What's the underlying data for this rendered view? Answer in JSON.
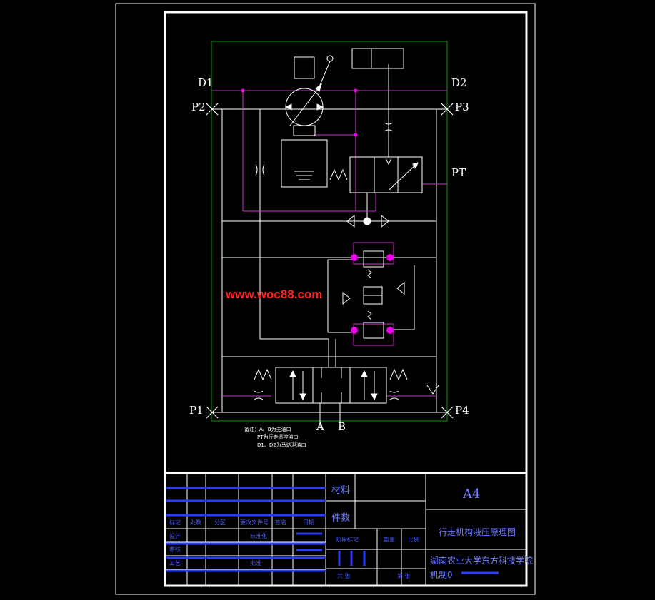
{
  "ports": {
    "d1": "D1",
    "d2": "D2",
    "p2": "P2",
    "p3": "P3",
    "pt": "PT",
    "p1": "P1",
    "p4": "P4",
    "a": "A",
    "b": "B"
  },
  "watermark": "www.woc88.com",
  "notes": [
    "备注：A、B为主油口",
    "PT为行走遥控油口",
    "D1、D2为马达泄油口"
  ],
  "title_block": {
    "material_label": "材料",
    "quantity_label": "件数",
    "paper_size": "A4",
    "drawing_title": "行走机构液压原理图",
    "school": "湖南农业大学东方科技学院",
    "class_label": "机制0",
    "header_cells": [
      "标记",
      "处数",
      "分区",
      "更改文件号",
      "签名",
      "日期"
    ],
    "sign_rows": [
      "设计",
      "审核",
      "工艺"
    ],
    "sign_col2": [
      "标准化",
      "",
      "批准"
    ],
    "std_labels": [
      "标准化",
      "批准"
    ],
    "stage_label": "阶段标记",
    "weight_label": "重量",
    "scale_label": "比例",
    "sheet_total": "共 张",
    "sheet_no": "第 张"
  },
  "colors": {
    "line": "#ffffff",
    "pilot": "#cc33cc",
    "border": "#00a000",
    "titleblock": "#2a3cff",
    "watermark": "#ff2020",
    "node": "#ee00ee"
  }
}
